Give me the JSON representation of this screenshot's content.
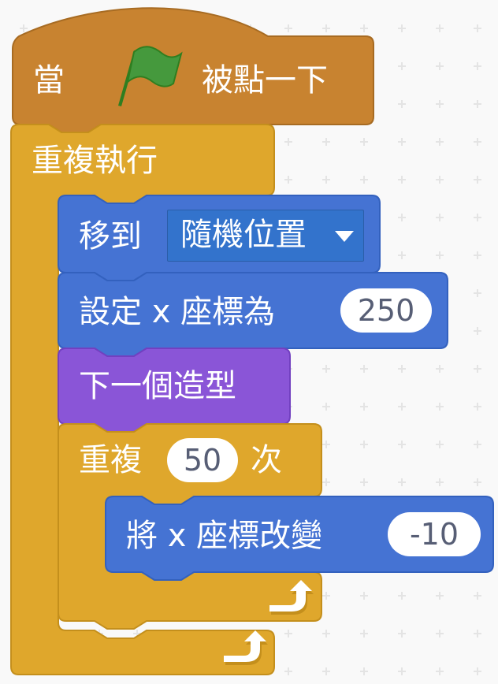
{
  "colors": {
    "events": "#c88330",
    "events_dark": "#a76b22",
    "control": "#dfa72c",
    "control_dark": "#c48f1c",
    "motion": "#4573d3",
    "motion_dark": "#3361be",
    "looks": "#8a55d7",
    "looks_dark": "#7240c0",
    "background": "#f9f9f9",
    "grid_plus": "#e4e4e4"
  },
  "blocks": {
    "when_flag": {
      "prefix": "當",
      "suffix": "被點一下",
      "icon": "green-flag-icon"
    },
    "forever": {
      "label": "重複執行",
      "arrow_icon": "loop-arrow-icon"
    },
    "go_to": {
      "label": "移到",
      "dropdown_value": "隨機位置",
      "dropdown_icon": "chevron-down-icon"
    },
    "set_x": {
      "label": "設定 x 座標為",
      "value": "250"
    },
    "next_costume": {
      "label": "下一個造型"
    },
    "repeat": {
      "prefix": "重複",
      "value": "50",
      "suffix": "次",
      "arrow_icon": "loop-arrow-icon"
    },
    "change_x": {
      "label": "將 x 座標改變",
      "value": "-10"
    }
  }
}
